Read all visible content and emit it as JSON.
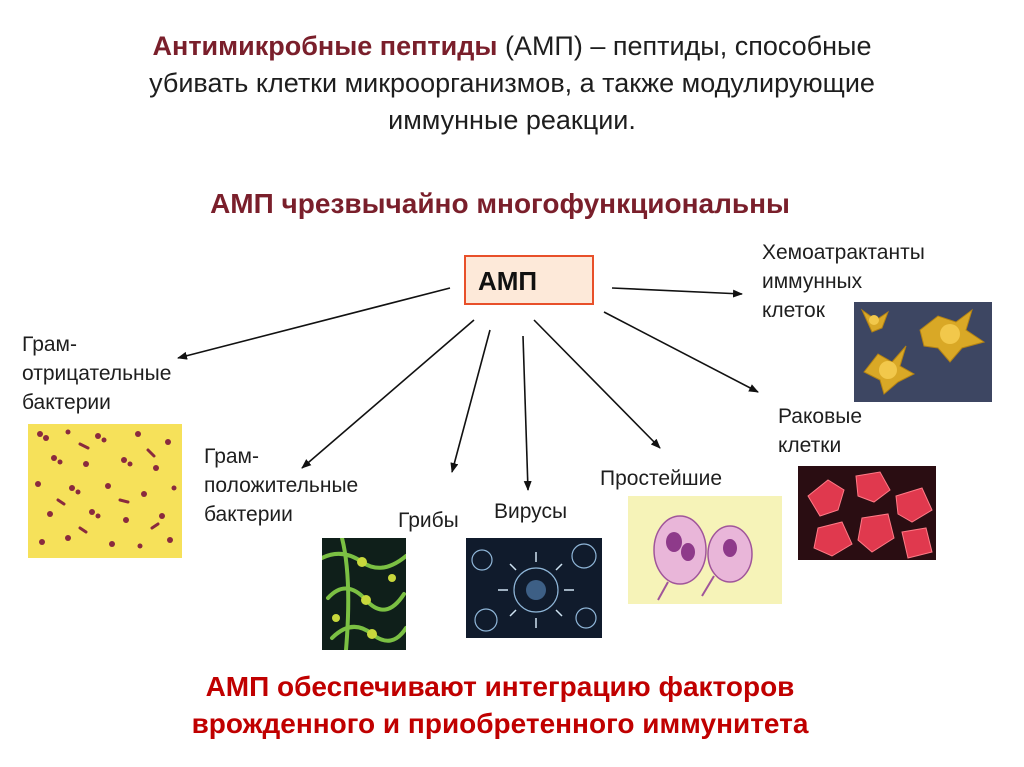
{
  "intro": {
    "term": "Антимикробные пептиды",
    "line1_rest": " (АМП) – пептиды, способные",
    "line2": "убивать клетки микроорганизмов, а также модулирующие",
    "line3": "иммунные реакции."
  },
  "heading": "АМП чрезвычайно многофункциональны",
  "center_label": "АМП",
  "targets": {
    "chemo": [
      "Хемоатрактанты",
      "иммунных",
      "клеток"
    ],
    "gram_neg": [
      "Грам-",
      "отрицательные",
      "бактерии"
    ],
    "gram_pos": [
      "Грам-",
      "положительные",
      "бактерии"
    ],
    "fungi": "Грибы",
    "viruses": "Вирусы",
    "protozoa": "Простейшие",
    "cancer": [
      "Раковые",
      "клетки"
    ]
  },
  "footer": {
    "line1": "АМП обеспечивают интеграцию факторов",
    "line2": "врожденного и приобретенного иммунитета"
  },
  "colors": {
    "term": "#7a1f2b",
    "footer": "#c00000",
    "amp_fill": "#fde9d9",
    "amp_border": "#e8502a"
  }
}
